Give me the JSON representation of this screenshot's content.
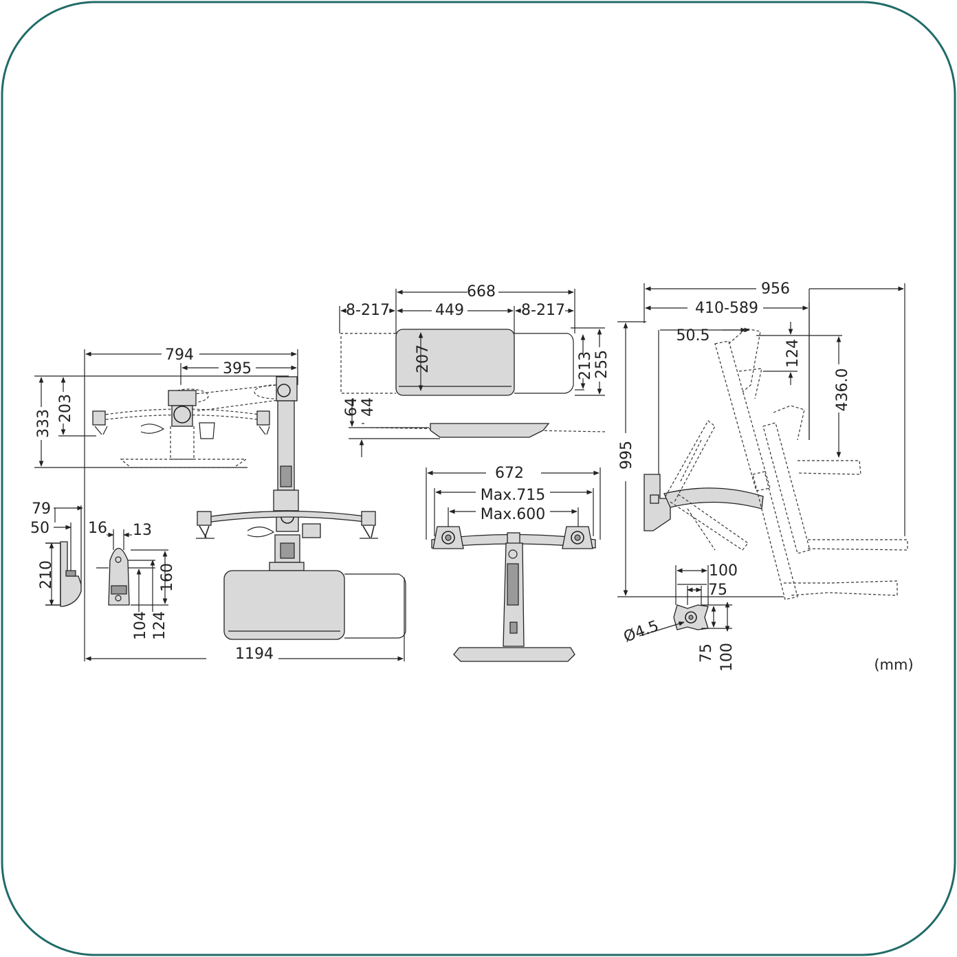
{
  "unit": "(mm)",
  "top_view": {
    "dims": {
      "overall_width": "794",
      "arm_reach": "395",
      "depth": "333",
      "depth_inner": "203",
      "total_width": "1194"
    }
  },
  "clamp_detail": {
    "dims": {
      "d79": "79",
      "d50": "50",
      "d210": "210"
    }
  },
  "grommet_detail": {
    "dims": {
      "d16": "16",
      "d13": "13",
      "d160": "160",
      "d104": "104",
      "d124": "124"
    }
  },
  "keyboard_tray": {
    "dims": {
      "width": "668",
      "center": "449",
      "slide_left": "8-217",
      "slide_right": "8-217",
      "depth_207": "207",
      "depth_213": "213",
      "depth_255": "255",
      "h64": "64",
      "h44": "44"
    }
  },
  "front_view": {
    "dims": {
      "width": "672",
      "max715": "Max.715",
      "max600": "Max.600"
    }
  },
  "side_view": {
    "dims": {
      "overall": "956",
      "reach": "410-589",
      "offset": "50.5",
      "d124": "124",
      "d436": "436.0",
      "height": "995"
    }
  },
  "vesa": {
    "dims": {
      "h100": "100",
      "h75": "75",
      "v75": "75",
      "v100": "100",
      "hole": "Ø4.5"
    }
  }
}
